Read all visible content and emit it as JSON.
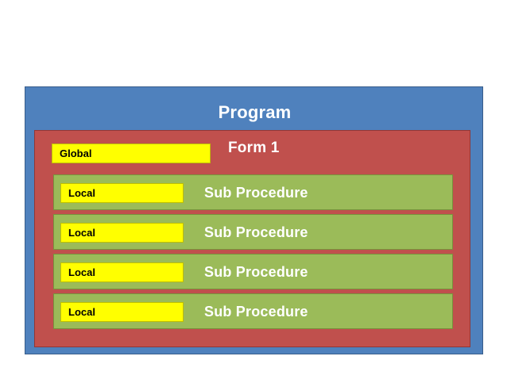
{
  "diagram": {
    "title": "Program",
    "background": "#ffffff",
    "program": {
      "label": "Program",
      "color": "#4f81bd",
      "border_color": "#385d8a",
      "form": {
        "label": "Form 1",
        "color": "#c0504d",
        "border_color": "#943634",
        "global_scope": {
          "label": "Global",
          "color": "#ffff00",
          "border_color": "#bfbf00",
          "text_color": "#000000"
        },
        "procedures": [
          {
            "label": "Sub Procedure",
            "scope_label": "Local",
            "color": "#9bbb59",
            "border_color": "#77933c",
            "scope_color": "#ffff00"
          },
          {
            "label": "Sub Procedure",
            "scope_label": "Local",
            "color": "#9bbb59",
            "border_color": "#77933c",
            "scope_color": "#ffff00"
          },
          {
            "label": "Sub Procedure",
            "scope_label": "Local",
            "color": "#9bbb59",
            "border_color": "#77933c",
            "scope_color": "#ffff00"
          },
          {
            "label": "Sub Procedure",
            "scope_label": "Local",
            "color": "#9bbb59",
            "border_color": "#77933c",
            "scope_color": "#ffff00"
          }
        ]
      }
    }
  }
}
